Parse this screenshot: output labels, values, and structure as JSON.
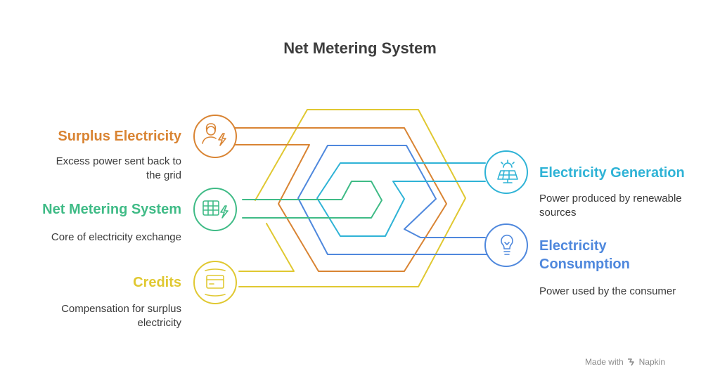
{
  "title": "Net Metering System",
  "items": [
    {
      "id": "surplus",
      "label": "Surplus Electricity",
      "desc": "Excess power sent back to the grid",
      "color": "#d98433",
      "icon": "person-lightning-icon"
    },
    {
      "id": "net",
      "label": "Net Metering System",
      "desc": "Core of electricity exchange",
      "color": "#3fbb86",
      "icon": "grid-lightning-icon"
    },
    {
      "id": "credits",
      "label": "Credits",
      "desc": "Compensation for surplus electricity",
      "color": "#e0c831",
      "icon": "credit-card-icon"
    },
    {
      "id": "generation",
      "label": "Electricity Generation",
      "desc": "Power produced by renewable sources",
      "color": "#2fb3d6",
      "icon": "solar-panel-icon"
    },
    {
      "id": "consumption",
      "label": "Electricity Consumption",
      "desc": "Power used by the consumer",
      "color": "#4f88dd",
      "icon": "light-bulb-icon"
    }
  ],
  "footer": {
    "text": "Made with",
    "brand": "Napkin",
    "icon": "napkin-logo-icon"
  }
}
